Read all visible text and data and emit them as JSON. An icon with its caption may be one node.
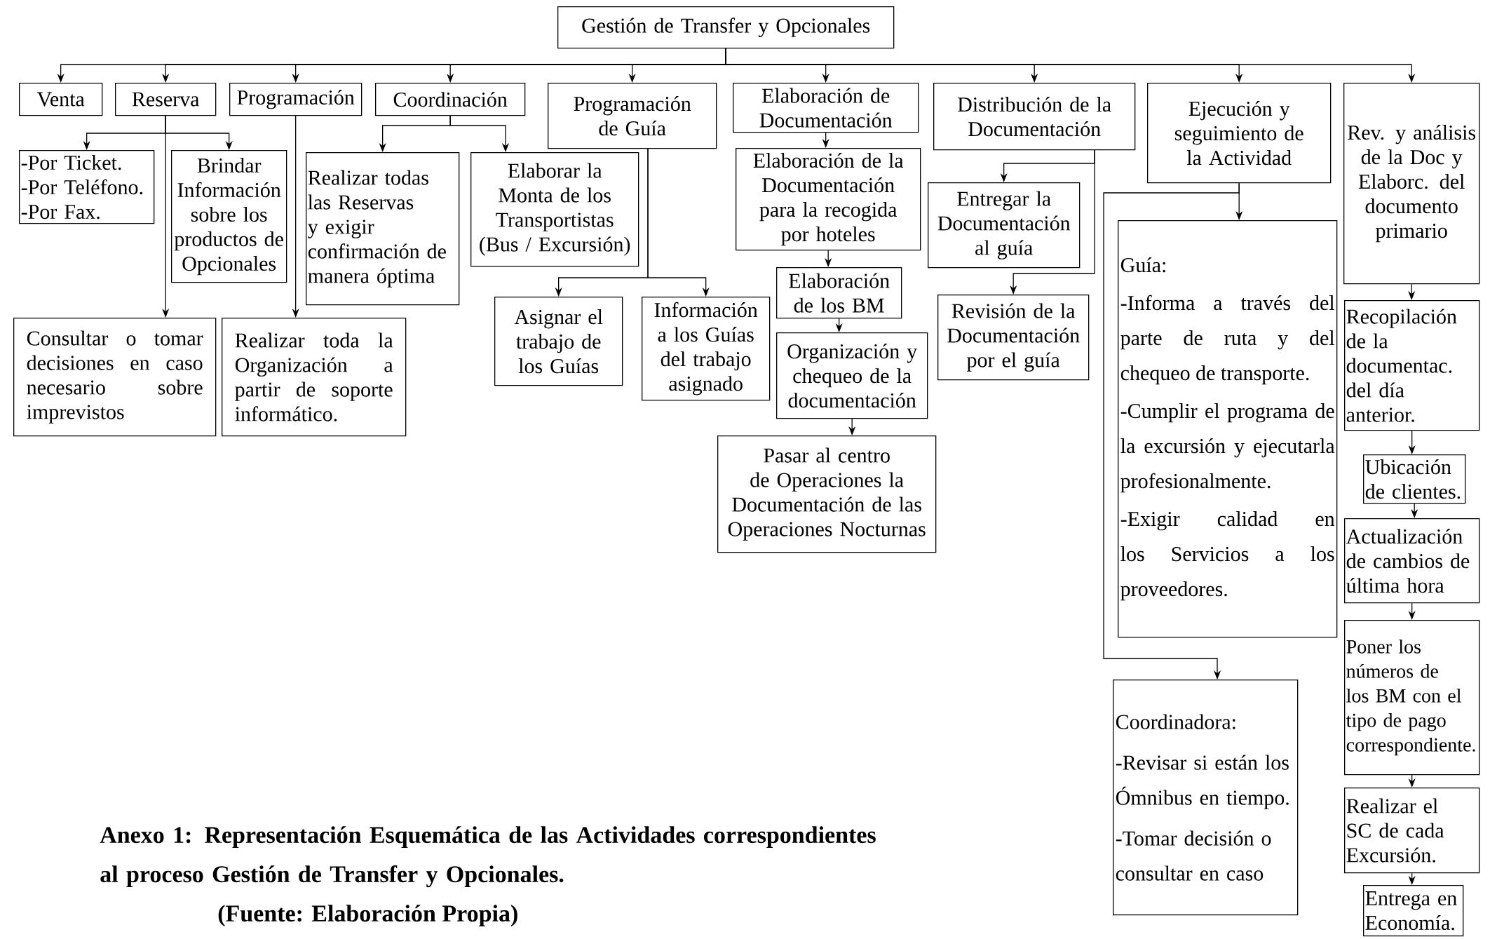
{
  "diagram": {
    "caption": "Anexo 1: Representación Esquemática de las Actividades correspondientes al proceso Gestión de Transfer y Opcionales.",
    "nodes": [
      {
        "text": [
          "Gestión de Transfer y Opcionales"
        ]
      },
      {
        "text": [
          "Venta"
        ]
      },
      {
        "text": [
          "Reserva"
        ]
      },
      {
        "text": [
          "Programación"
        ]
      },
      {
        "text": [
          "Coordinación"
        ]
      },
      {
        "text": [
          "Programación de Guía"
        ]
      },
      {
        "text": [
          "Elaboración de Documentación"
        ]
      },
      {
        "text": [
          "Distribución de la Documentación"
        ]
      },
      {
        "text": [
          "Ejecución y seguimiento de la Actividad"
        ]
      },
      {
        "text": [
          "Rev. y análisis de la Doc y Elaborc. del documento primario"
        ]
      },
      {
        "text": [
          "-Por Ticket.",
          "-Por Teléfono.",
          "-Por Fax."
        ]
      },
      {
        "text": [
          "Brindar Información sobre los productos de Opcionales"
        ]
      },
      {
        "text": [
          "Consultar o tomar decisiones en caso necesario sobre imprevistos"
        ]
      },
      {
        "text": [
          "Realizar toda la Organización a partir de soporte informático."
        ]
      },
      {
        "text": [
          "Realizar todas las Reservas y exigir confirmación de manera óptima"
        ]
      },
      {
        "text": [
          "Elaborar la Monta de los Transportistas (Bus / Excursión)"
        ]
      },
      {
        "text": [
          "Asignar el trabajo de los Guías"
        ]
      },
      {
        "text": [
          "Información a los Guías del trabajo asignado"
        ]
      },
      {
        "text": [
          "Elaboración de la Documentación para la recogida por hoteles"
        ]
      },
      {
        "text": [
          "Elaboración de los BM"
        ]
      },
      {
        "text": [
          "Organización y chequeo de la documentación"
        ]
      },
      {
        "text": [
          "Pasar al centro de Operaciones la Documentación de las Operaciones Nocturnas"
        ]
      },
      {
        "text": [
          "Entregar la Documentación al guía"
        ]
      },
      {
        "text": [
          "Revisión de la Documentación por el guía"
        ]
      },
      {
        "text": [
          "Guía:",
          "-Informa a través del parte de ruta y del chequeo de transporte.",
          "-Cumplir el programa de la excursión y ejecutarla profesionalmente.",
          "-Exigir calidad en los Servicios a los proveedores."
        ]
      },
      {
        "text": [
          "Coordinadora:",
          "-Revisar si están los Ómnibus en tiempo.",
          "-Tomar decisión o consultar en caso"
        ]
      },
      {
        "text": [
          "Recopilación de la documentac. del día anterior."
        ]
      },
      {
        "text": [
          "Ubicación de clientes."
        ]
      },
      {
        "text": [
          "Actualización de cambios de última hora"
        ]
      },
      {
        "text": [
          "Poner los números de los BM con el tipo de pago correspondiente."
        ]
      },
      {
        "text": [
          "Realizar el SC de cada Excursión."
        ]
      },
      {
        "text": [
          "Entrega en Economía."
        ]
      }
    ],
    "edges": [
      {
        "from": 0,
        "to": 1,
        "arrow": "to"
      },
      {
        "from": 0,
        "to": 2,
        "arrow": "to"
      },
      {
        "from": 0,
        "to": 3,
        "arrow": "to"
      },
      {
        "from": 0,
        "to": 4,
        "arrow": "to"
      },
      {
        "from": 0,
        "to": 5,
        "arrow": "to"
      },
      {
        "from": 0,
        "to": 6,
        "arrow": "to"
      },
      {
        "from": 0,
        "to": 7,
        "arrow": "to"
      },
      {
        "from": 0,
        "to": 8,
        "arrow": "to"
      },
      {
        "from": 0,
        "to": 9,
        "arrow": "to"
      },
      {
        "from": 2,
        "to": 10,
        "arrow": "to"
      },
      {
        "from": 2,
        "to": 11,
        "arrow": "to"
      },
      {
        "from": 2,
        "to": 12,
        "arrow": "to"
      },
      {
        "from": 3,
        "to": 13,
        "arrow": "to"
      },
      {
        "from": 4,
        "to": 14,
        "arrow": "to"
      },
      {
        "from": 4,
        "to": 15,
        "arrow": "to"
      },
      {
        "from": 5,
        "to": 16,
        "arrow": "to"
      },
      {
        "from": 5,
        "to": 17,
        "arrow": "to"
      },
      {
        "from": 6,
        "to": 18,
        "arrow": "to"
      },
      {
        "from": 18,
        "to": 19,
        "arrow": "to"
      },
      {
        "from": 19,
        "to": 20,
        "arrow": "to"
      },
      {
        "from": 20,
        "to": 21,
        "arrow": "to"
      },
      {
        "from": 7,
        "to": 22,
        "arrow": "to"
      },
      {
        "from": 7,
        "to": 23,
        "arrow": "to"
      },
      {
        "from": 8,
        "to": 24,
        "arrow": "to"
      },
      {
        "from": 8,
        "to": 25,
        "arrow": "to"
      },
      {
        "from": 9,
        "to": 26,
        "arrow": "to"
      },
      {
        "from": 26,
        "to": 27,
        "arrow": "to"
      },
      {
        "from": 27,
        "to": 28,
        "arrow": "to"
      },
      {
        "from": 28,
        "to": 29,
        "arrow": "to"
      },
      {
        "from": 29,
        "to": 30,
        "arrow": "to"
      },
      {
        "from": 30,
        "to": 31,
        "arrow": "to"
      }
    ],
    "labels": [
      "(Fuente: Elaboración Propia)"
    ]
  }
}
